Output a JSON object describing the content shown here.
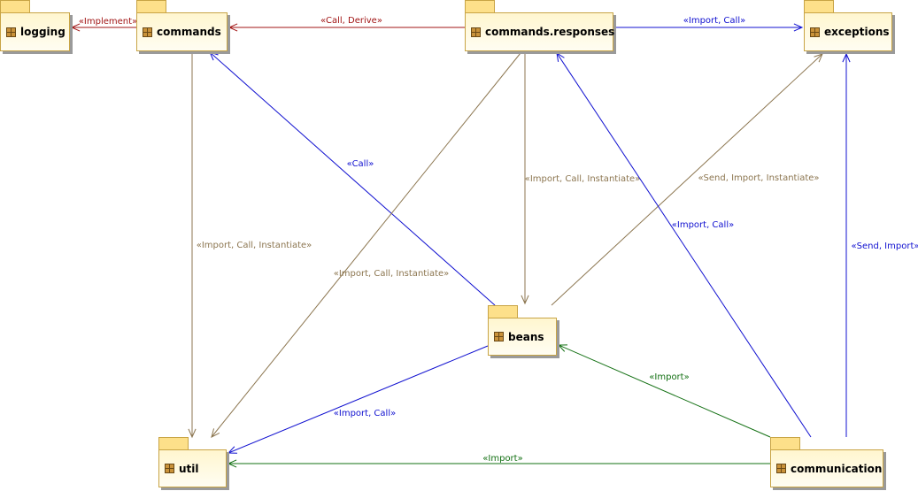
{
  "colors": {
    "call": "#a11515",
    "import": "#1010d0",
    "mixed": "#8c7650",
    "green": "#137013"
  },
  "packages": [
    {
      "id": "logging",
      "name": "logging"
    },
    {
      "id": "commands",
      "name": "commands"
    },
    {
      "id": "responses",
      "name": "commands.responses"
    },
    {
      "id": "exceptions",
      "name": "exceptions"
    },
    {
      "id": "beans",
      "name": "beans"
    },
    {
      "id": "util",
      "name": "util"
    },
    {
      "id": "communication",
      "name": "communication"
    }
  ],
  "dependencies": [
    {
      "id": "commands-logging",
      "label": "«Implement»",
      "color": "call"
    },
    {
      "id": "responses-commands",
      "label": "«Call, Derive»",
      "color": "call"
    },
    {
      "id": "responses-exceptions",
      "label": "«Import, Call»",
      "color": "import"
    },
    {
      "id": "beans-commands",
      "label": "«Call»",
      "color": "import"
    },
    {
      "id": "commands-util",
      "label": "«Import, Call, Instantiate»",
      "color": "mixed"
    },
    {
      "id": "responses-util",
      "label": "«Import, Call, Instantiate»",
      "color": "mixed"
    },
    {
      "id": "responses-beans",
      "label": "«Import, Call, Instantiate»",
      "color": "mixed"
    },
    {
      "id": "beans-exceptions",
      "label": "«Send, Import, Instantiate»",
      "color": "mixed"
    },
    {
      "id": "communication-responses",
      "label": "«Import, Call»",
      "color": "import"
    },
    {
      "id": "communication-exceptions",
      "label": "«Send, Import»",
      "color": "import"
    },
    {
      "id": "communication-beans",
      "label": "«Import»",
      "color": "green"
    },
    {
      "id": "beans-util",
      "label": "«Import, Call»",
      "color": "import"
    },
    {
      "id": "communication-util",
      "label": "«Import»",
      "color": "green"
    }
  ]
}
